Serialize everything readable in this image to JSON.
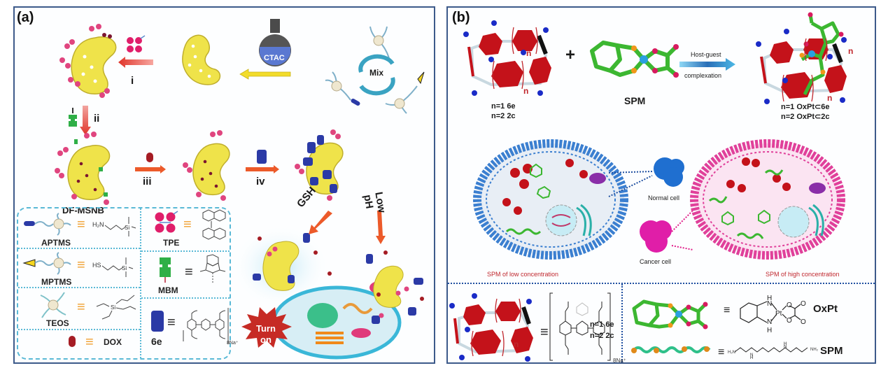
{
  "panel_a": {
    "label": "(a)",
    "reagents": {
      "ctac": "CTAC",
      "mix": "Mix"
    },
    "steps": [
      "i",
      "ii",
      "iii",
      "iv"
    ],
    "product_label": "DF-MSNB",
    "triggers": {
      "gsh": "GSH",
      "low_ph": "Low\npH",
      "low": "Low",
      "ph": "pH"
    },
    "burst_label_line1": "Turn",
    "burst_label_line2": "on",
    "legend": {
      "items": [
        {
          "name": "APTMS",
          "formula": "H2N~~~Si(OMe)3"
        },
        {
          "name": "MPTMS",
          "formula": "HS~~~Si(OMe)3"
        },
        {
          "name": "TEOS",
          "formula": "Si(OEt)4"
        },
        {
          "name": "DOX",
          "formula": "DOX"
        },
        {
          "name": "TPE",
          "formula": "tetraphenylethylene"
        },
        {
          "name": "MBM",
          "formula": "benzimidazolium"
        },
        {
          "name": "6e",
          "formula": "8Na+"
        }
      ],
      "equiv_symbol": "≡",
      "h2n": "H₂N",
      "hs": "HS",
      "na_label": "8Na⁺",
      "dox_text": "DOX"
    }
  },
  "panel_b": {
    "label": "(b)",
    "host_caption": [
      "n=1   6e",
      "n=2   2c"
    ],
    "plus": "+",
    "guest_label": "SPM",
    "arrow_top": "Host-guest",
    "arrow_bottom": "complexation",
    "complex_caption": [
      "n=1   OxPt⊂6e",
      "n=2   OxPt⊂2c"
    ],
    "subscript_n": "n",
    "normal_cell": "Normal cell",
    "cancer_cell": "Cancer cell",
    "low_conc": "SPM of low concentration",
    "high_conc": "SPM of high concentration",
    "bottom": {
      "host_caption": [
        "n=1   6e",
        "n=2   2c"
      ],
      "na_label": "8Na⁺",
      "equiv_symbol": "≡",
      "oxpt": "OxPt",
      "spm": "SPM",
      "h2n": "H₂N",
      "nh2": "NH₂"
    },
    "colors": {
      "normal_membrane": "#3b7fd0",
      "cancer_membrane": "#e0409a",
      "arrow_blue": "#2a8fd0",
      "caption_red": "#c0272d"
    }
  }
}
